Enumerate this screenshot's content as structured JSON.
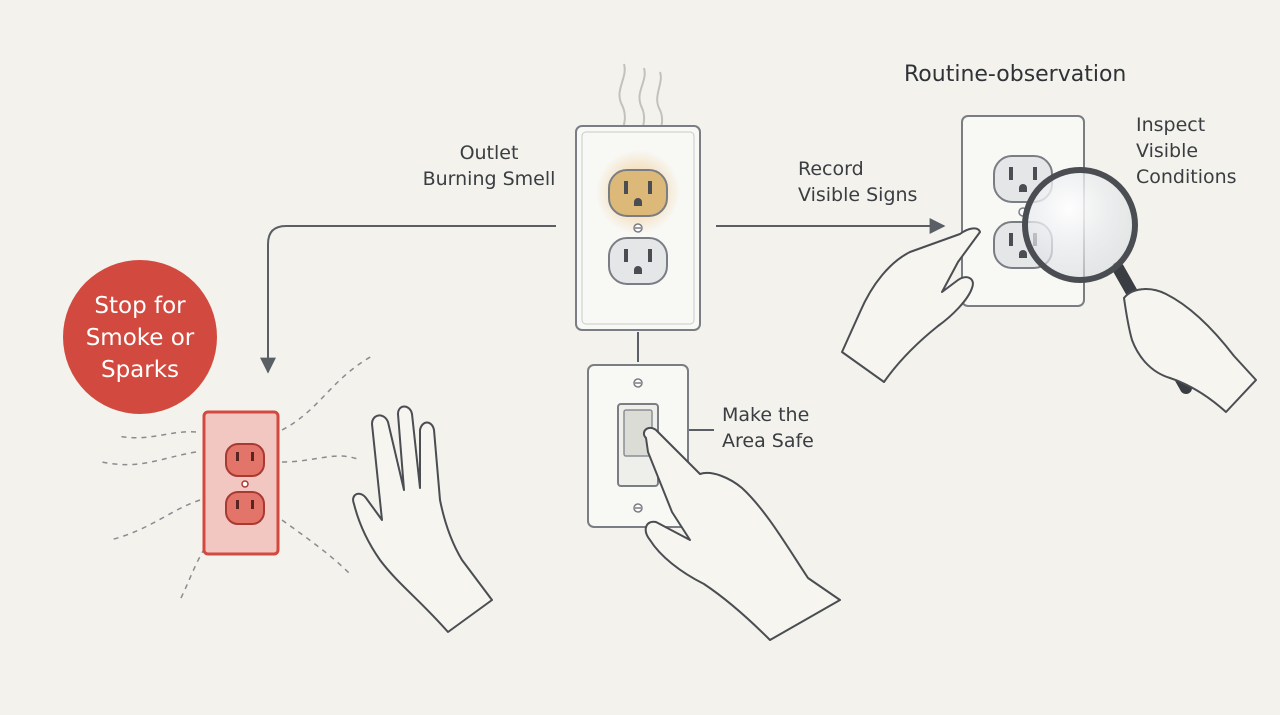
{
  "title": "Routine-observation",
  "nodes": {
    "burning": {
      "lines": [
        "Outlet",
        "Burning Smell"
      ]
    },
    "record": {
      "lines": [
        "Record",
        "Visible Signs"
      ]
    },
    "inspect": {
      "lines": [
        "Inspect",
        "Visible",
        "Conditions"
      ]
    },
    "stop": {
      "lines": [
        "Stop for",
        "Smoke or",
        "Sparks"
      ]
    },
    "safe": {
      "lines": [
        "Make the",
        "Area Safe"
      ]
    }
  },
  "colors": {
    "background": "#f3f2ec",
    "line": "#5a5f66",
    "danger": "#d24a3f",
    "warning_glow": "#e7c27a"
  },
  "icons": [
    "outlet-icon",
    "light-switch-icon",
    "magnifying-glass-icon",
    "hand-icon",
    "smoke-icon"
  ]
}
